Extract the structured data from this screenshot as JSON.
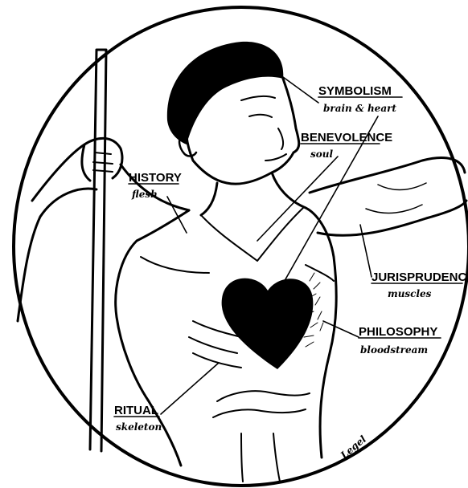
{
  "labels": [
    {
      "id": "symbolism",
      "title": "SYMBOLISM",
      "subtitle": "brain & heart"
    },
    {
      "id": "benevolence",
      "title": "BENEVOLENCE",
      "subtitle": "soul"
    },
    {
      "id": "history",
      "title": "HISTORY",
      "subtitle": "flesh"
    },
    {
      "id": "jurisprudence",
      "title": "JURISPRUDENCE",
      "subtitle": "muscles"
    },
    {
      "id": "philosophy",
      "title": "PHILOSOPHY",
      "subtitle": "bloodstream"
    },
    {
      "id": "ritual",
      "title": "RITUAL",
      "subtitle": "skeleton"
    }
  ],
  "signature": "Legel",
  "colors": {
    "ink": "#000000",
    "paper": "#ffffff",
    "heart": "#000000"
  }
}
